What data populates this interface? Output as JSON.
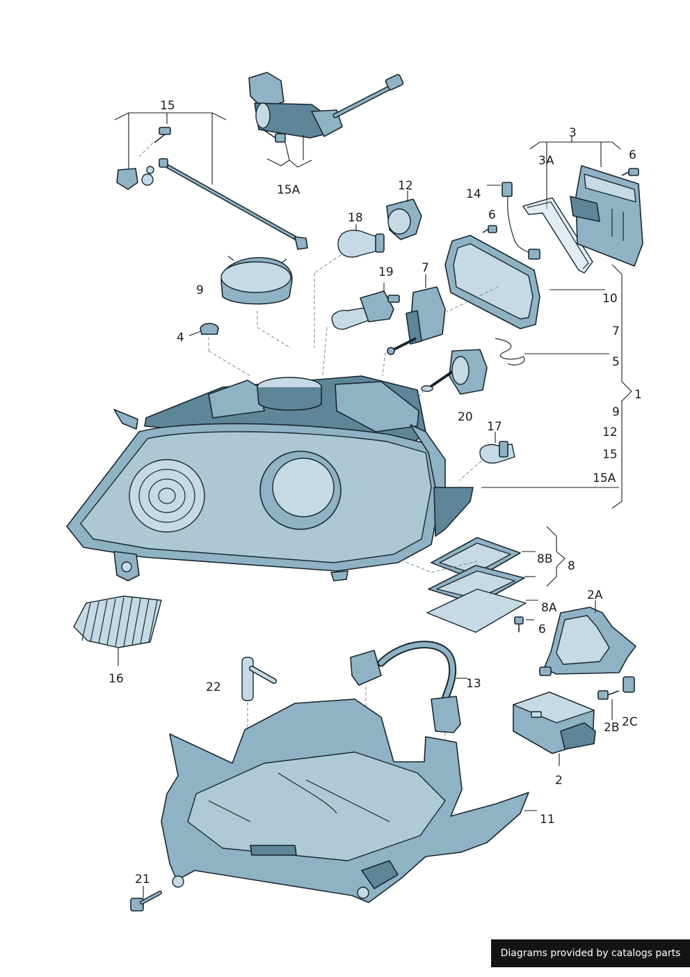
{
  "diagram": {
    "callouts": {
      "c15": "15",
      "c15A": "15A",
      "c3": "3",
      "c3A": "3A",
      "c6a": "6",
      "c6b": "6",
      "c6c": "6",
      "c14": "14",
      "c12": "12",
      "c18": "18",
      "c19": "19",
      "c7": "7",
      "c9": "9",
      "c4": "4",
      "c10": "10",
      "c20": "20",
      "c17": "17",
      "c1": "1",
      "c8": "8",
      "c8B": "8B",
      "c8A": "8A",
      "c16": "16",
      "c2A": "2A",
      "c2B": "2B",
      "c2C": "2C",
      "c2": "2",
      "c13": "13",
      "c22": "22",
      "c11": "11",
      "c21": "21"
    },
    "group1_list": [
      "10",
      "7",
      "5",
      "9",
      "12",
      "15",
      "15A"
    ]
  },
  "footer": {
    "credit": "Diagrams provided by catalogs parts"
  }
}
